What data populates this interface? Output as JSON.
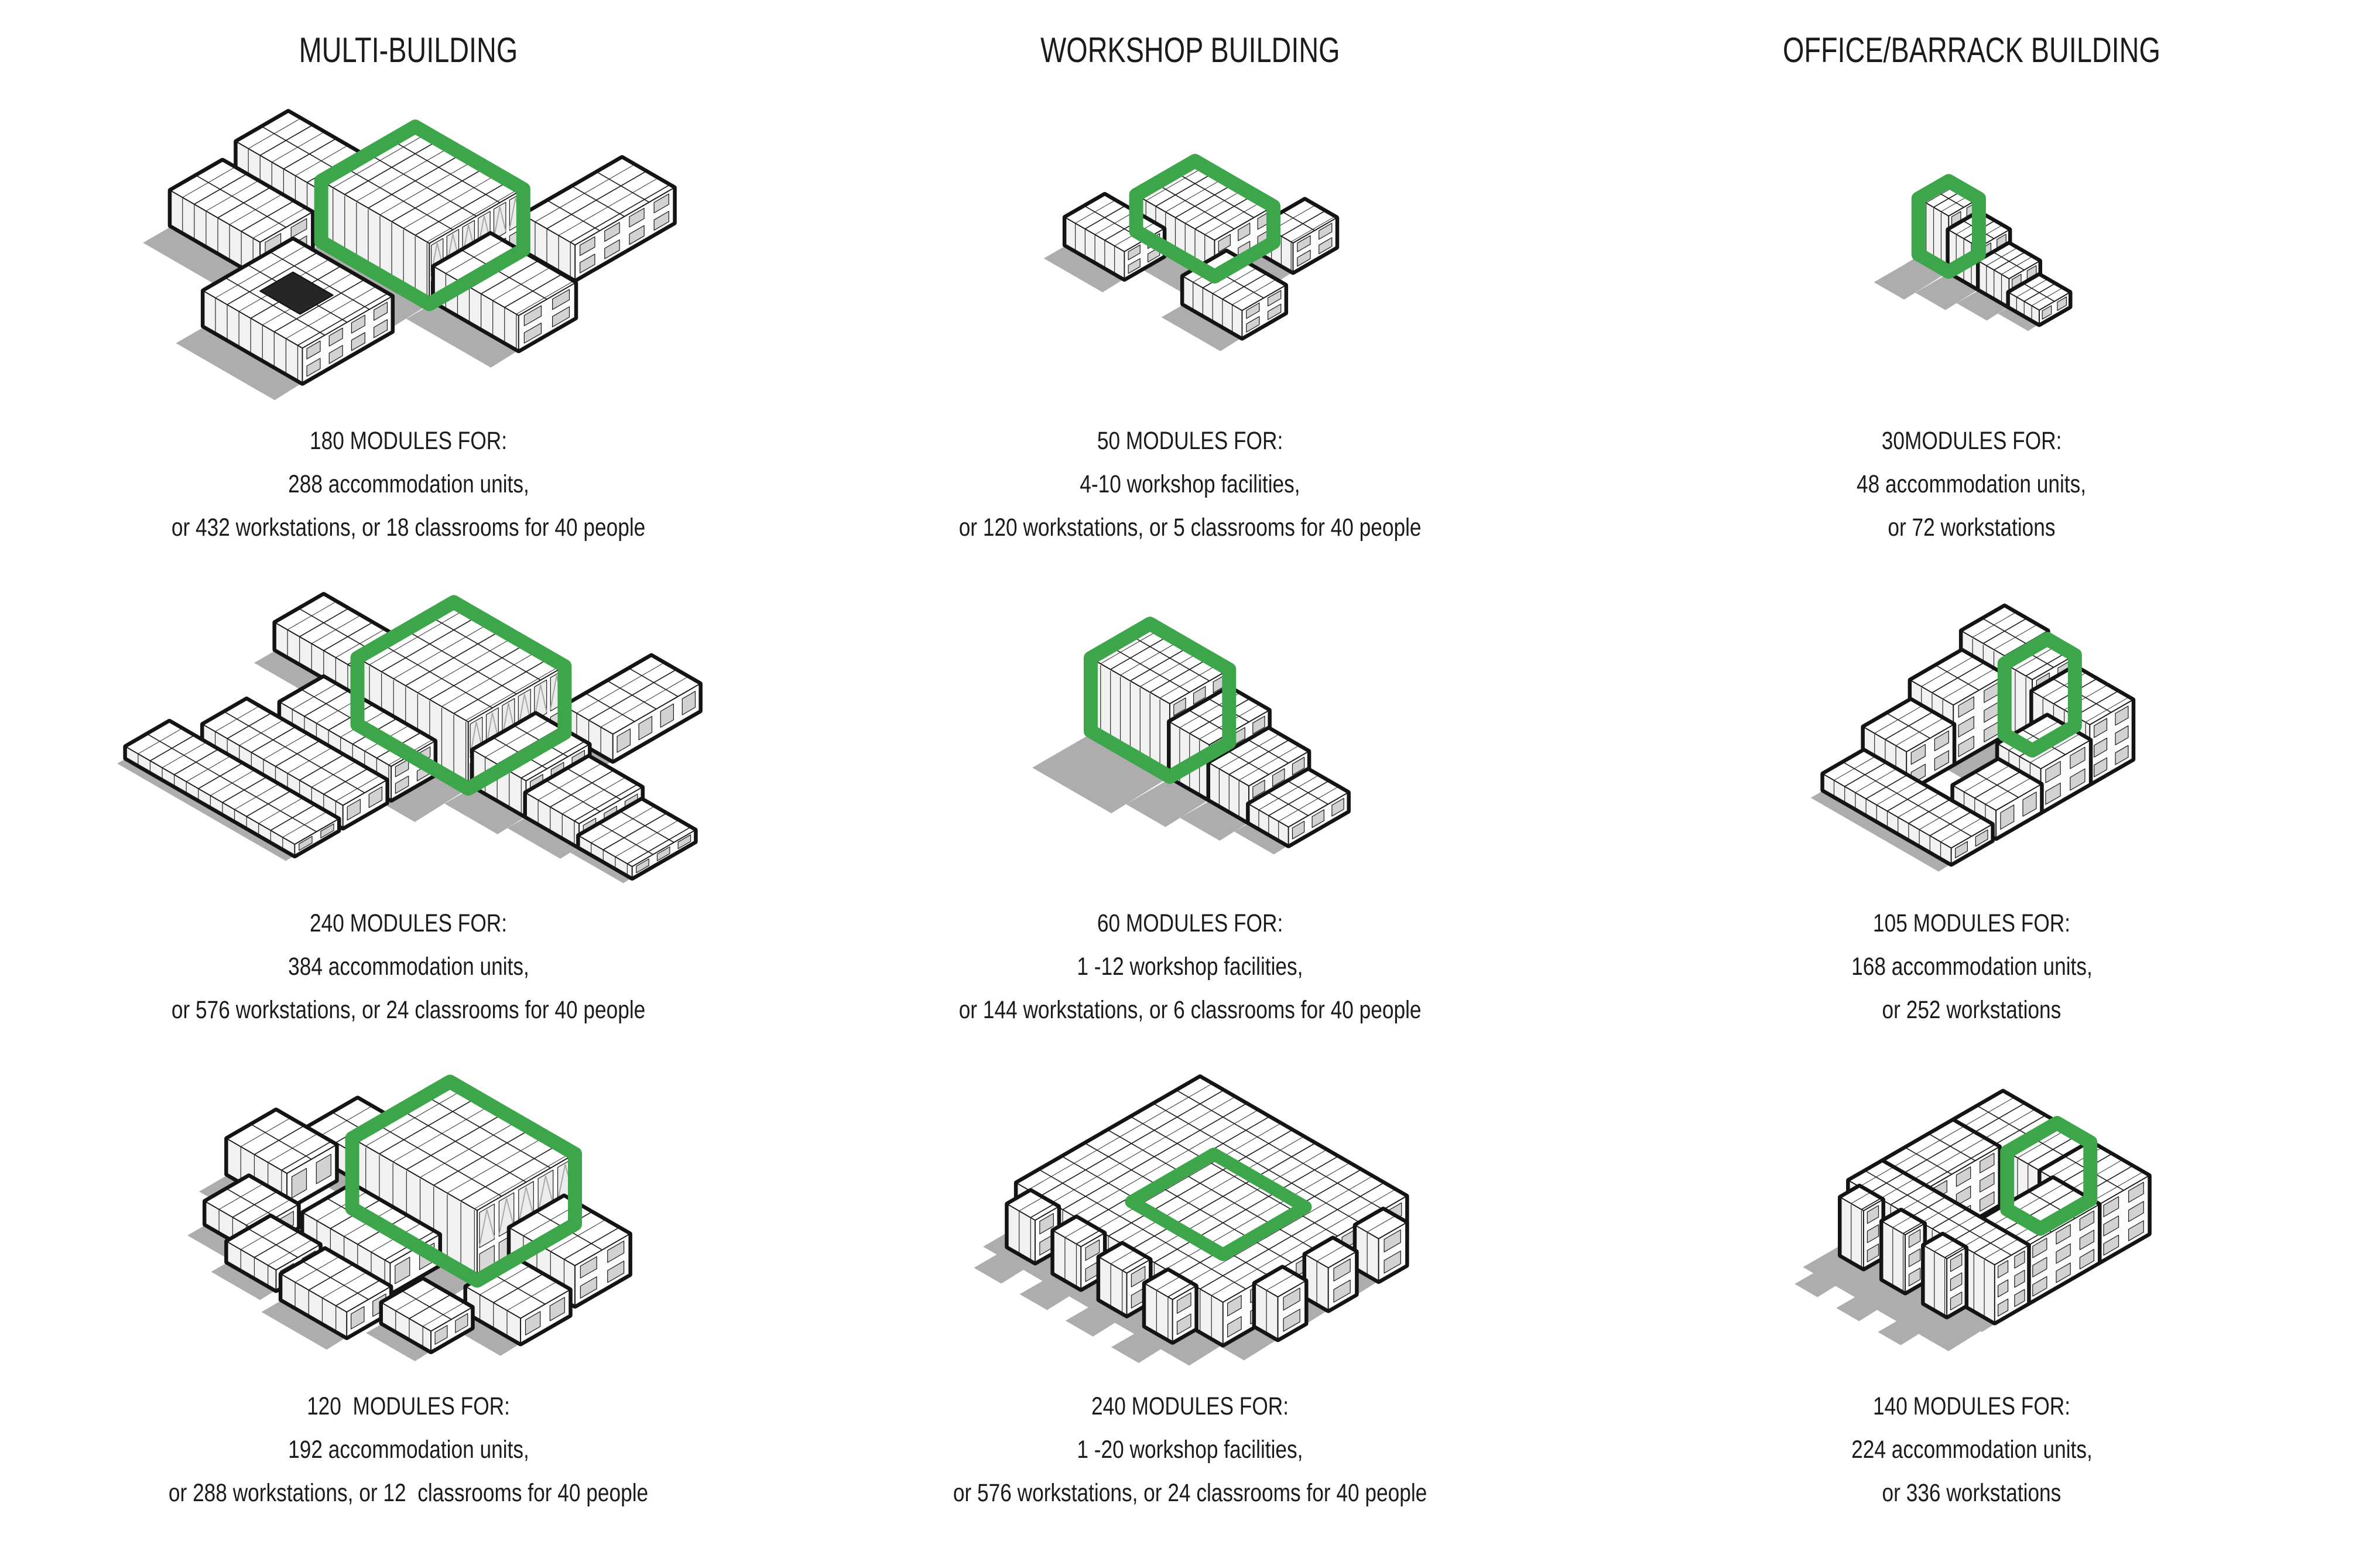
{
  "palette": {
    "accent_green": "#3DA64A",
    "shadow_gray": "#ADADAD",
    "ink": "#1B1B1B",
    "module_white": "#FFFFFF",
    "window_gray": "#D2D2D2"
  },
  "columns": [
    {
      "title": "MULTI-BUILDING",
      "cells": [
        {
          "modules_line": "180 MODULES FOR:",
          "line2": "288 accommodation units,",
          "line3": "or 432 workstations, or 18 classrooms for 40 people",
          "figure": "isometric module cluster, central block highlighted green, four wings and courtyard block"
        },
        {
          "modules_line": "240 MODULES FOR:",
          "line2": "384 accommodation units,",
          "line3": "or 576 workstations, or 24 classrooms for 40 people",
          "figure": "isometric module cluster, central block highlighted green, terraced wings"
        },
        {
          "modules_line": "120  MODULES FOR:",
          "line2": "192 accommodation units,",
          "line3": "or 288 workstations, or 12  classrooms for 40 people",
          "figure": "isometric module cluster, central block highlighted green, scattered low wings"
        }
      ]
    },
    {
      "title": "WORKSHOP BUILDING",
      "cells": [
        {
          "modules_line": "50 MODULES FOR:",
          "line2": "4-10 workshop facilities,",
          "line3": "or 120 workstations, or 5 classrooms for 40 people",
          "figure": "small cluster, two-storey workshop hall highlighted green with low annex blocks"
        },
        {
          "modules_line": "60 MODULES FOR:",
          "line2": "1 -12 workshop facilities,",
          "line3": "or 144 workstations, or 6 classrooms for 40 people",
          "figure": "tall hall highlighted green with three terraced steps descending right"
        },
        {
          "modules_line": "240 MODULES FOR:",
          "line2": "1 -20 workshop facilities,",
          "line3": "or 576 workstations, or 24 classrooms for 40 people",
          "figure": "large flat slab, green courtyard outline on roof, sawtooth module teeth at front"
        }
      ]
    },
    {
      "title": "OFFICE/BARRACK BUILDING",
      "cells": [
        {
          "modules_line": "30MODULES FOR:",
          "line2": "48 accommodation units,",
          "line3": "or 72 workstations",
          "figure": "small stepped bar, tall end block highlighted green, steps descending right"
        },
        {
          "modules_line": "105 MODULES FOR:",
          "line2": "168 accommodation units,",
          "line3": "or 252 workstations",
          "figure": "U-shaped terraced courtyard building, green highlighted slice at rear"
        },
        {
          "modules_line": "140 MODULES FOR:",
          "line2": "224 accommodation units,",
          "line3": "or 336 workstations",
          "figure": "square courtyard building, green highlighted slice at rear, sawtooth front"
        }
      ]
    }
  ]
}
